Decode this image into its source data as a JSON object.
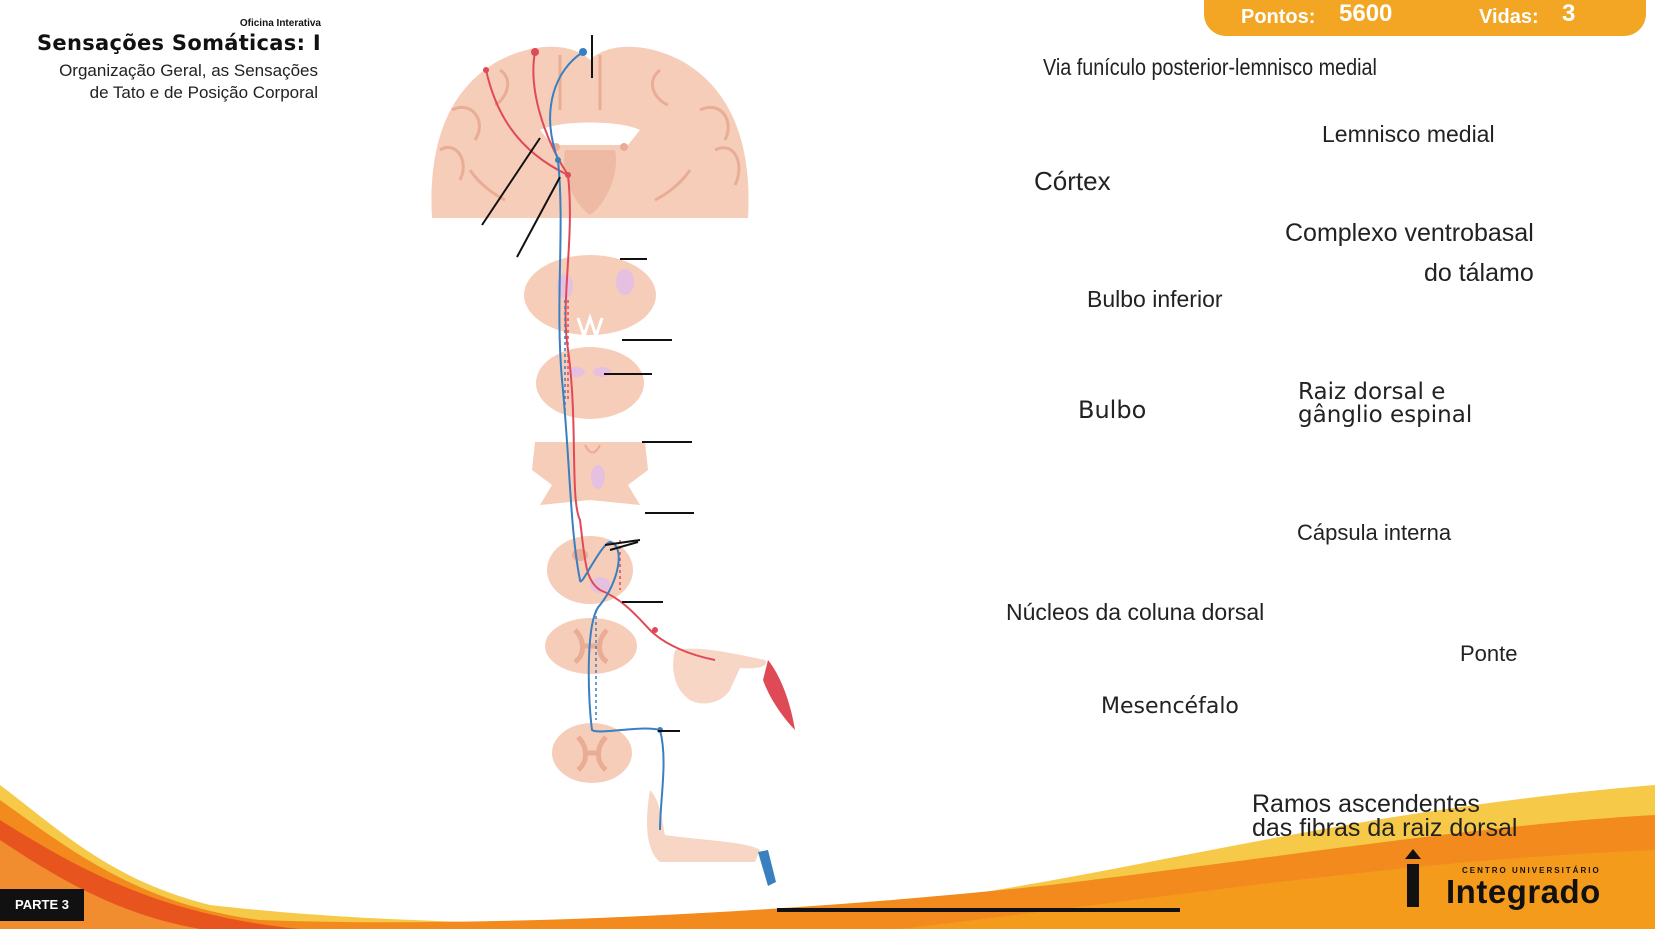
{
  "header": {
    "overline": "Oficina Interativa",
    "title": "Sensações Somáticas: I",
    "subtitle_line1": "Organização Geral, as Sensações",
    "subtitle_line2": "de Tato e de Posição Corporal"
  },
  "score": {
    "points_label": "Pontos:",
    "points_value": "5600",
    "lives_label": "Vidas:",
    "lives_value": "3"
  },
  "panel_title": "Via funículo posterior-lemnisco medial",
  "labels": {
    "lemnisco": "Lemnisco medial",
    "cortex": "Córtex",
    "ventrobasal_1": "Complexo ventrobasal",
    "ventrobasal_2": "do tálamo",
    "bulbo_inferior": "Bulbo inferior",
    "bulbo": "Bulbo",
    "raiz_1": "Raiz dorsal e",
    "raiz_2": "gânglio espinal",
    "capsula": "Cápsula interna",
    "nucleos": "Núcleos da coluna dorsal",
    "ponte": "Ponte",
    "mesencefalo": "Mesencéfalo",
    "ramos_1": "Ramos ascendentes",
    "ramos_2": "das fibras da raiz dorsal"
  },
  "footer": {
    "parte": "PARTE 3",
    "logo_small": "CENTRO UNIVERSITÁRIO",
    "logo_name": "Integrado"
  },
  "colors": {
    "accent": "#f2a623",
    "tissue": "#f6cdb9",
    "tissue_dark": "#e9ad95",
    "red_tract": "#e04a57",
    "blue_tract": "#3a7fc0",
    "wave_orange": "#f28a1d",
    "wave_yellow": "#f7c948"
  }
}
